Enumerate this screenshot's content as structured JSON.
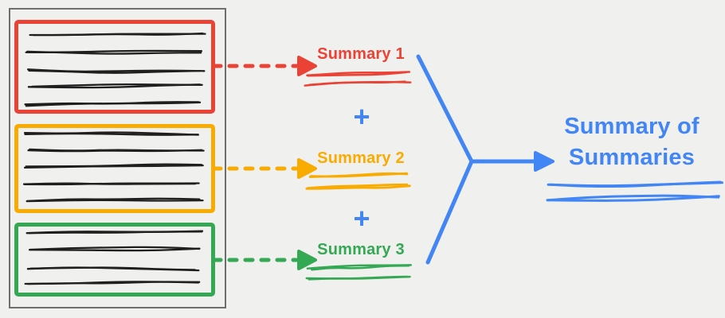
{
  "background": "#f0f0ee",
  "colors": {
    "red": "#ea4335",
    "orange": "#f9ab00",
    "green": "#34a853",
    "blue": "#4285f4",
    "gray": "#6e6e6e",
    "ink": "#1f1f1f"
  },
  "document": {
    "chunks": [
      {
        "name": "chunk-1",
        "color": "red",
        "text_lines": 5
      },
      {
        "name": "chunk-2",
        "color": "orange",
        "text_lines": 5
      },
      {
        "name": "chunk-3",
        "color": "green",
        "text_lines": 4
      }
    ]
  },
  "summaries": [
    {
      "label": "Summary 1",
      "color": "red"
    },
    {
      "label": "Summary 2",
      "color": "orange"
    },
    {
      "label": "Summary 3",
      "color": "green"
    }
  ],
  "operators": {
    "plus": "+"
  },
  "output": {
    "title": "Summary of Summaries",
    "title_lines": [
      "Summary of",
      "Summaries"
    ],
    "color": "blue"
  }
}
